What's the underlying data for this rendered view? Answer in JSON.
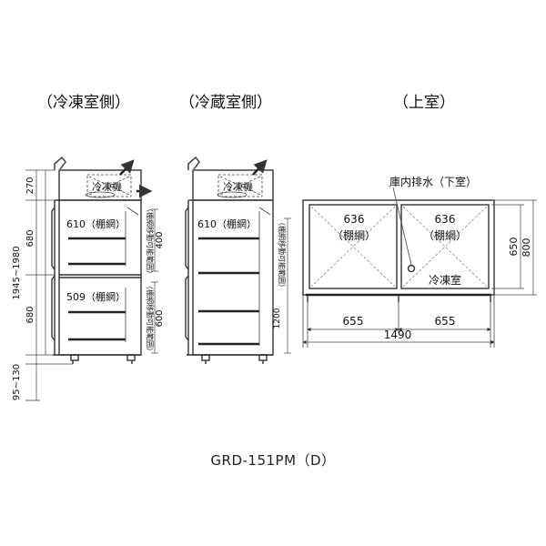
{
  "views": {
    "freezer_side": {
      "title": "（冷凍室側）",
      "unit_label": "冷凍機",
      "shelf_top": "610（棚網）",
      "shelf_bottom": "509（棚網）",
      "range_label": "（棚網移動可能範囲）",
      "dim_400": "400",
      "dim_600": "600"
    },
    "fridge_side": {
      "title": "（冷蔵室側）",
      "unit_label": "冷凍機",
      "shelf_top": "610（棚網）",
      "range_label": "（棚網移動可能範囲）",
      "dim_1200": "1200"
    },
    "top_view": {
      "title": "（上室）",
      "drain_label": "庫内排水（下室）",
      "left_depth": "636",
      "left_shelf": "（棚網）",
      "right_depth": "636",
      "right_shelf": "（棚網）",
      "freezer_label": "冷凍室",
      "dim_650": "650",
      "dim_800": "800",
      "width_left": "655",
      "width_right": "655",
      "width_total": "1490"
    }
  },
  "left_dims": {
    "top": "270",
    "upper": "680",
    "lower": "680",
    "overall": "1945~1980",
    "legs": "95~130"
  },
  "model": "GRD-151PM（D）"
}
